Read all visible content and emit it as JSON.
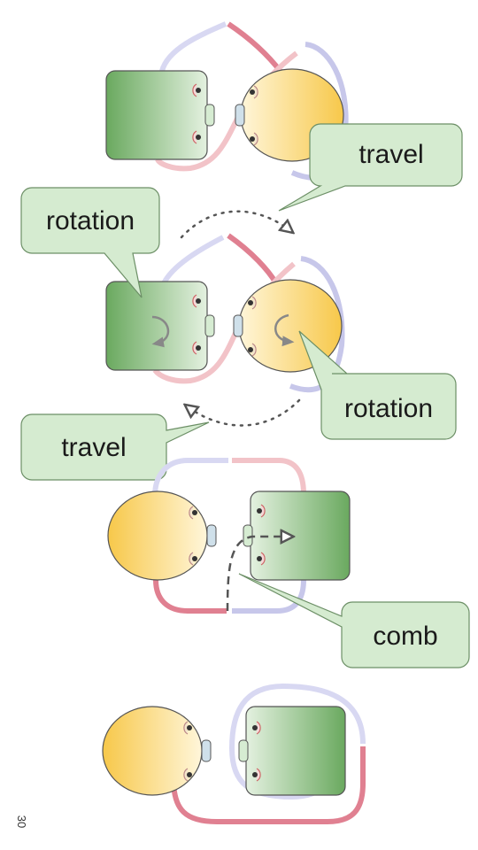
{
  "callouts": {
    "travel_top": "travel",
    "rotation_left": "rotation",
    "rotation_right": "rotation",
    "travel_mid": "travel",
    "comb": "comb"
  },
  "page_number": "30",
  "colors": {
    "callout_fill": "#d5ebd0",
    "callout_stroke": "#6c8f66",
    "square_dark": "#6aa95f",
    "square_light": "#e4f1e0",
    "circle_dark": "#f7c84a",
    "circle_light": "#fff6da",
    "strand_pink": "#e08091",
    "strand_pink_light": "#f2c3c8",
    "strand_lavender": "#c7c7ea",
    "strand_lavender_light": "#d8d8f2"
  }
}
